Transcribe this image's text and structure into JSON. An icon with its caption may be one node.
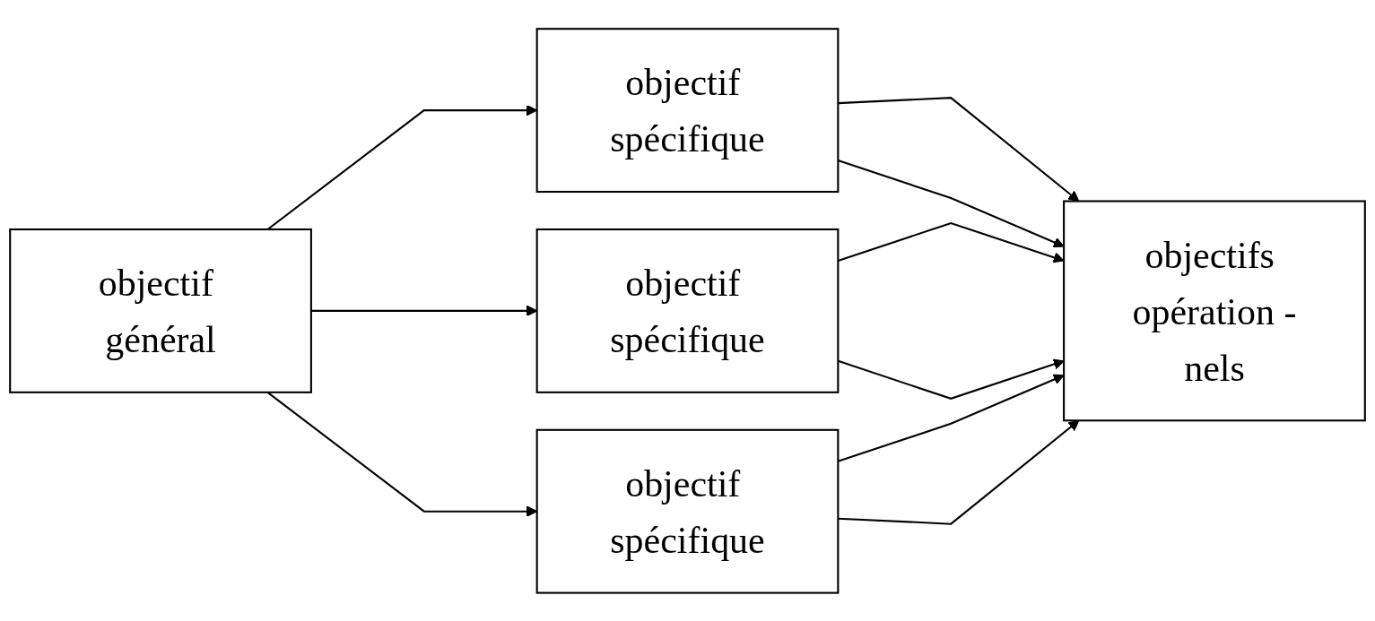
{
  "diagram": {
    "nodes": [
      {
        "text": [
          "objectif général"
        ]
      },
      {
        "text": [
          "objectif spécifique"
        ]
      },
      {
        "text": [
          "objectif spécifique"
        ]
      },
      {
        "text": [
          "objectif spécifique"
        ]
      },
      {
        "text": [
          "objectifs opération -nels"
        ]
      }
    ],
    "edges": [
      {
        "from": 0,
        "to": 1,
        "arrow": "to"
      },
      {
        "from": 0,
        "to": 2,
        "arrow": "to"
      },
      {
        "from": 0,
        "to": 3,
        "arrow": "to"
      },
      {
        "from": 1,
        "to": 4,
        "arrow": "to"
      },
      {
        "from": 1,
        "to": 4,
        "arrow": "to"
      },
      {
        "from": 2,
        "to": 4,
        "arrow": "to"
      },
      {
        "from": 2,
        "to": 4,
        "arrow": "to"
      },
      {
        "from": 3,
        "to": 4,
        "arrow": "to"
      },
      {
        "from": 3,
        "to": 4,
        "arrow": "to"
      }
    ]
  }
}
